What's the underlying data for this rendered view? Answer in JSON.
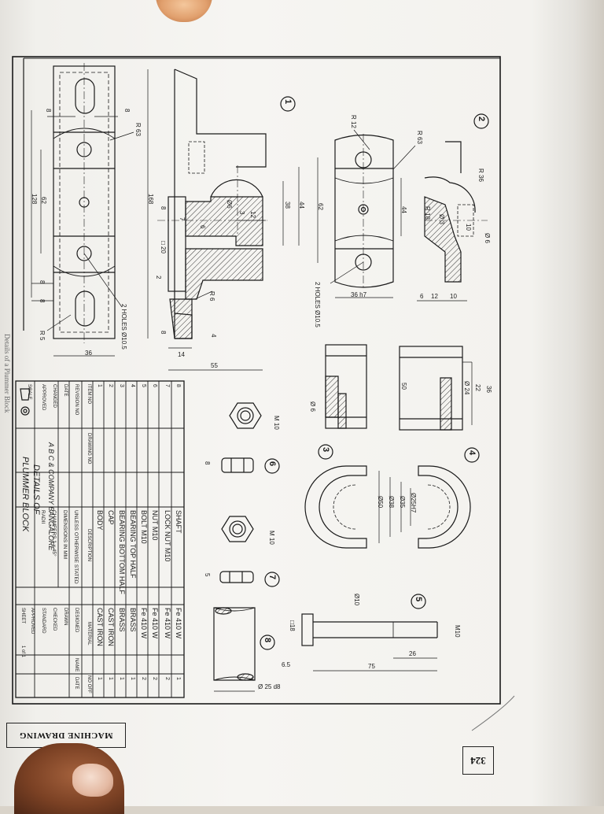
{
  "page": {
    "header": "MACHINE DRAWING",
    "page_number": "324",
    "side_caption": "Details of a Plummer Block"
  },
  "views": {
    "part1": "1",
    "part2": "2",
    "part3": "3",
    "part4": "4",
    "part5": "5",
    "part6": "6",
    "part7": "7",
    "part8": "8"
  },
  "dimensions": {
    "d8a": "8",
    "d8b": "8",
    "r63a": "R 63",
    "d128": "128",
    "d62a": "62",
    "d8c": "8",
    "d8d": "8",
    "r5": "R 5",
    "d36a": "36",
    "holes105a": "2 HOLES Ø10.5",
    "d168": "168",
    "d8e": "8",
    "d7": "7",
    "d6a": "6",
    "d20": "□ 20",
    "d2": "2",
    "d8f": "8",
    "d14": "14",
    "d55": "55",
    "d4": "4",
    "r6": "R 6",
    "phi6a": "Ø6",
    "d3": "3",
    "d12a": "12",
    "d38a": "38",
    "d44a": "44",
    "r12": "R 12",
    "r63b": "R 63",
    "d62b": "62",
    "d36h7": "36 h7",
    "holes105b": "2 HOLES Ø10.5",
    "d44b": "44",
    "r36": "R 36",
    "r18": "R 18",
    "phi3": "Ø 3",
    "d10a": "10",
    "phi6b": "Ø 6",
    "d6b": "6",
    "d12b": "12",
    "d10b": "10",
    "d50": "50",
    "phi6c": "Ø 6",
    "phi24": "Ø 24",
    "d22": "22",
    "d36b": "36",
    "phi25h7": "Ø25H7",
    "phi35": "Ø35",
    "phi38": "Ø38",
    "phi50": "Ø50",
    "m10a": "M 10",
    "d8g": "8",
    "m10b": "M 10",
    "d5": "5",
    "phi10": "Ø10",
    "sq18": "□18",
    "m10c": "M10",
    "d26": "26",
    "d65": "6.5",
    "d75": "75",
    "phi25d8": "Ø 25 d8"
  },
  "title_block": {
    "rows": [
      {
        "item": "8",
        "desc": "SHAFT",
        "material": "Fe 410 W",
        "qty": "1"
      },
      {
        "item": "7",
        "desc": "LOCK NUT M10",
        "material": "Fe 410 W",
        "qty": "2"
      },
      {
        "item": "6",
        "desc": "NUT M10",
        "material": "Fe 410 W",
        "qty": "2"
      },
      {
        "item": "5",
        "desc": "BOLT M10",
        "material": "Fe 410 W",
        "qty": "2"
      },
      {
        "item": "4",
        "desc": "BEARING TOP HALF",
        "material": "BRASS",
        "qty": "1"
      },
      {
        "item": "3",
        "desc": "BEARING BOTTOM HALF",
        "material": "BRASS",
        "qty": "1"
      },
      {
        "item": "2",
        "desc": "CAP",
        "material": "CAST IRON",
        "qty": "1"
      },
      {
        "item": "1",
        "desc": "BODY",
        "material": "CAST IRON",
        "qty": "1"
      }
    ],
    "col_item": "ITEM NO",
    "col_drawing": "DRAWING NO",
    "col_desc": "DESCRIPTION",
    "col_material": "MATERIAL",
    "col_qty": "NO OFF",
    "revision": "REVISION NO",
    "date": "DATE",
    "changed": "CHANGED",
    "approved": "APPROVED",
    "notes_1": "UNLESS OTHERWISE STATED",
    "notes_2": "DIMENSIONS IN MM",
    "notes_3": "CHAMFERS    1 x 45°",
    "notes_4": "RADII",
    "name": "NAME",
    "date2": "DATE",
    "designed": "DESIGNED",
    "drawn": "DRAWN",
    "checked": "CHECKED",
    "standard": "STANDARD",
    "approved2": "APPROVED",
    "scale": "SCALE",
    "company": "A B C  &  COMPANY  BANGALORE",
    "title_1": "DETAILS OF",
    "title_2": "PLUMMER BLOCK",
    "sheet": "SHEET",
    "sheet_of": "1 of 1"
  }
}
